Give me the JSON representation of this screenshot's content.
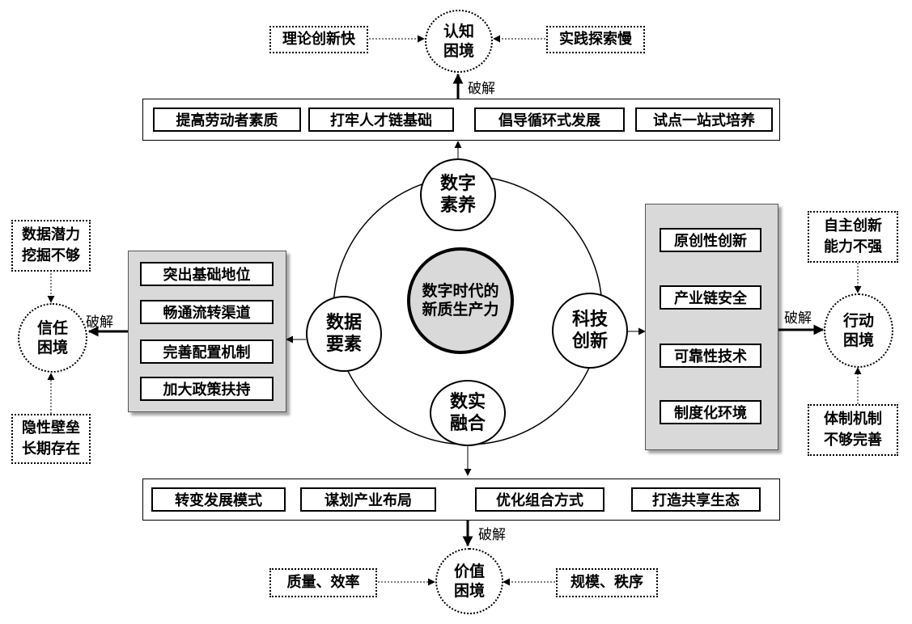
{
  "center": "数字时代的\n新质生产力",
  "nodes": {
    "top": "数字\n素养",
    "left": "数据\n要素",
    "right": "科技\n创新",
    "bottom": "数实\n融合"
  },
  "dilemmas": {
    "top": "认知\n困境",
    "left": "信任\n困境",
    "right": "行动\n困境",
    "bottom": "价值\n困境"
  },
  "break_label": "破解",
  "top_row": [
    "提高劳动者素质",
    "打牢人才链基础",
    "倡导循环式发展",
    "试点一站式培养"
  ],
  "bottom_row": [
    "转变发展模式",
    "谋划产业布局",
    "优化组合方式",
    "打造共享生态"
  ],
  "left_panel": [
    "突出基础地位",
    "畅通流转渠道",
    "完善配置机制",
    "加大政策扶持"
  ],
  "right_panel": [
    "原创性创新",
    "产业链安全",
    "可靠性技术",
    "制度化环境"
  ],
  "causes": {
    "top_left": "理论创新快",
    "top_right": "实践探索慢",
    "left_top": "数据潜力\n挖掘不够",
    "left_bottom": "隐性壁垒\n长期存在",
    "right_top": "自主创新\n能力不强",
    "right_bottom": "体制机制\n不够完善",
    "bottom_left": "质量、效率",
    "bottom_right": "规模、秩序"
  }
}
